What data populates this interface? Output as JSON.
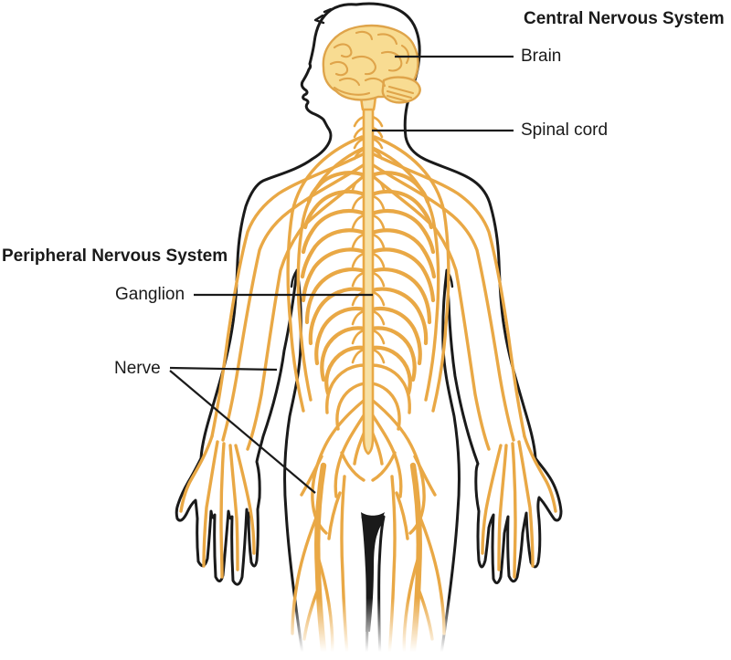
{
  "diagram": {
    "cns_title": "Central Nervous System",
    "pns_title": "Peripheral Nervous System",
    "labels": {
      "brain": "Brain",
      "spinal_cord": "Spinal cord",
      "ganglion": "Ganglion",
      "nerve": "Nerve"
    }
  },
  "colors": {
    "nerve": "#E9A845",
    "nerve-dark": "#DFA44A",
    "brain-fill": "#F8DC92",
    "spinal-fill": "#F7E0A4",
    "outline": "#1A1A1A",
    "text": "#1A1A1A",
    "background": "#FFFFFF"
  }
}
